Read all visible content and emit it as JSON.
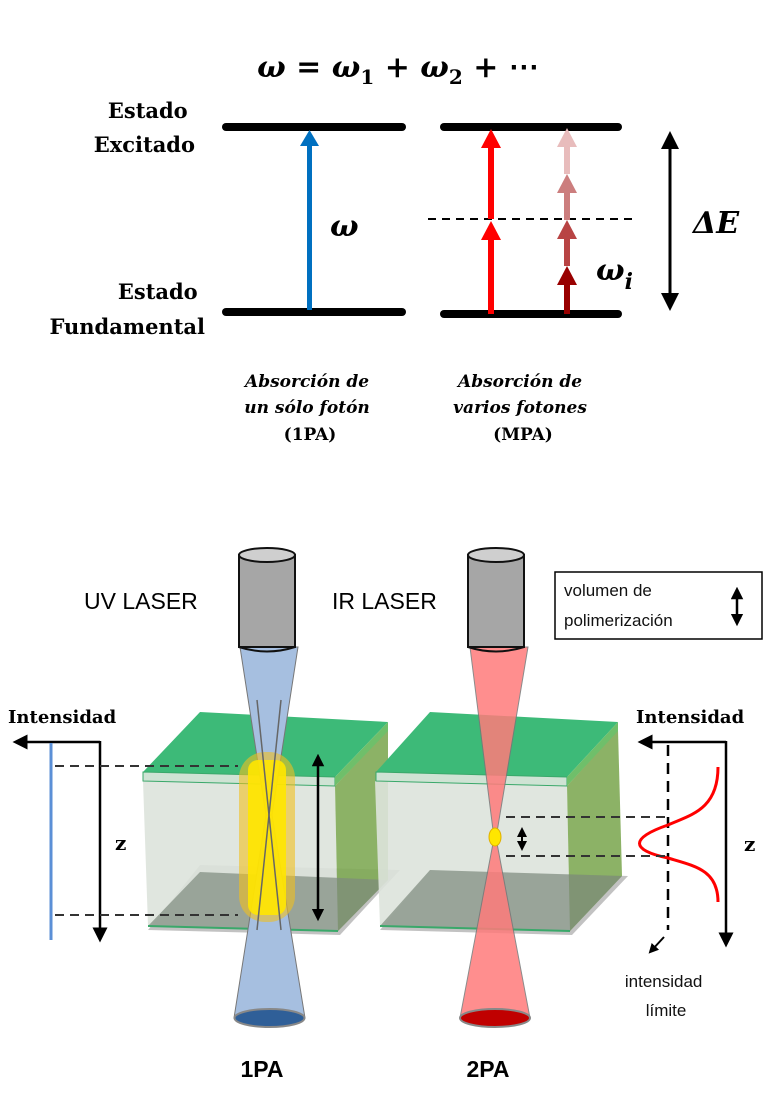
{
  "energy_diagram": {
    "equation": {
      "lhs": "ω",
      "eq": " = ",
      "t1": "ω",
      "t1_sub": "1",
      "plus1": " + ",
      "t2": "ω",
      "t2_sub": "2",
      "plus2": " + ⋯"
    },
    "excited_state": [
      "Estado",
      "Excitado"
    ],
    "ground_state": [
      "Estado",
      "Fundamental"
    ],
    "omega_label": "ω",
    "omega_i_label": "ω",
    "omega_i_sub": "i",
    "delta_e_label": "ΔE",
    "caption_1pa": [
      "Absorción de",
      "un sólo fotón",
      "(1PA)"
    ],
    "caption_mpa": [
      "Absorción de",
      "varios fotones",
      "(MPA)"
    ],
    "colors": {
      "one_photon_arrow": "#0070c0",
      "two_photon_arrow": "#ff0000",
      "multi_photon_arrows": [
        "#990000",
        "#b84444",
        "#cc7e7e",
        "#e8bcbc"
      ],
      "level": "#000000"
    }
  },
  "laser_diagram": {
    "uv_laser_label": "UV LASER",
    "ir_laser_label": "IR LASER",
    "legend": {
      "text": [
        "volumen de",
        "polimerización"
      ],
      "icon": "double-arrow-icon"
    },
    "left_axis": {
      "intensity_label": "Intensidad",
      "z_label": "z"
    },
    "right_axis": {
      "intensity_label": "Intensidad",
      "z_label": "z"
    },
    "threshold_label": [
      "intensidad",
      "límite"
    ],
    "label_1pa": "1PA",
    "label_2pa": "2PA",
    "colors": {
      "uv_beam": "#a6bfe0",
      "uv_spot": "#2f5f98",
      "ir_beam": "#ff7b7b",
      "ir_spot": "#c00000",
      "resin_top": "#3dba78",
      "resin_side": "#7faa55",
      "resin_front": "#dde3dc",
      "focus_yellow": "#ffe600",
      "gaussian_curve": "#ff0000",
      "uniform_profile": "#5b8fd6"
    }
  }
}
